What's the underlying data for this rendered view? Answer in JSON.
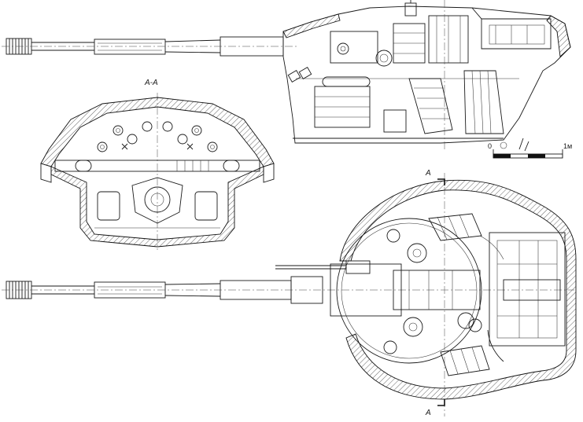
{
  "section_labels": {
    "section_view_title": "А-А",
    "cut_marker_top": "А",
    "cut_marker_bottom": "А"
  },
  "scale_bar": {
    "start_label": "0",
    "end_label": "1м"
  },
  "colors": {
    "line": "#1a1a1a",
    "background": "#ffffff"
  }
}
